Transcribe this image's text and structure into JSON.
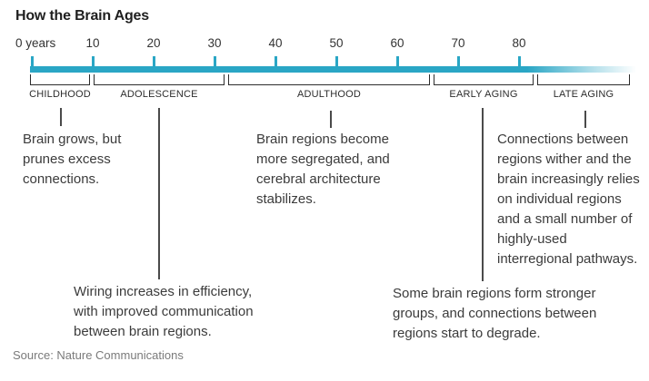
{
  "title": "How the Brain Ages",
  "source": "Source: Nature Communications",
  "axis": {
    "tick_labels": [
      "0 years",
      "10",
      "20",
      "30",
      "40",
      "50",
      "60",
      "70",
      "80"
    ]
  },
  "stages": [
    {
      "label": "CHILDHOOD",
      "note": "Brain grows, but\nprunes excess\nconnections."
    },
    {
      "label": "ADOLESCENCE",
      "note": "Wiring increases in efficiency,\nwith improved communication\nbetween brain regions."
    },
    {
      "label": "ADULTHOOD",
      "note": "Brain regions become\nmore segregated, and\ncerebral architecture\nstabilizes."
    },
    {
      "label": "EARLY AGING",
      "note": "Some brain regions form stronger\ngroups, and connections between\nregions start to degrade."
    },
    {
      "label": "LATE AGING",
      "note": "Connections between\nregions wither and the\nbrain increasingly relies\non individual regions\nand a small number of\nhighly-used\ninterregional pathways."
    }
  ],
  "colors": {
    "bar": "#2aa6c5",
    "bracket": "#2d2d2d",
    "connector": "#4a4a4a",
    "text": "#3b3b3b",
    "muted": "#7a7a7a"
  }
}
